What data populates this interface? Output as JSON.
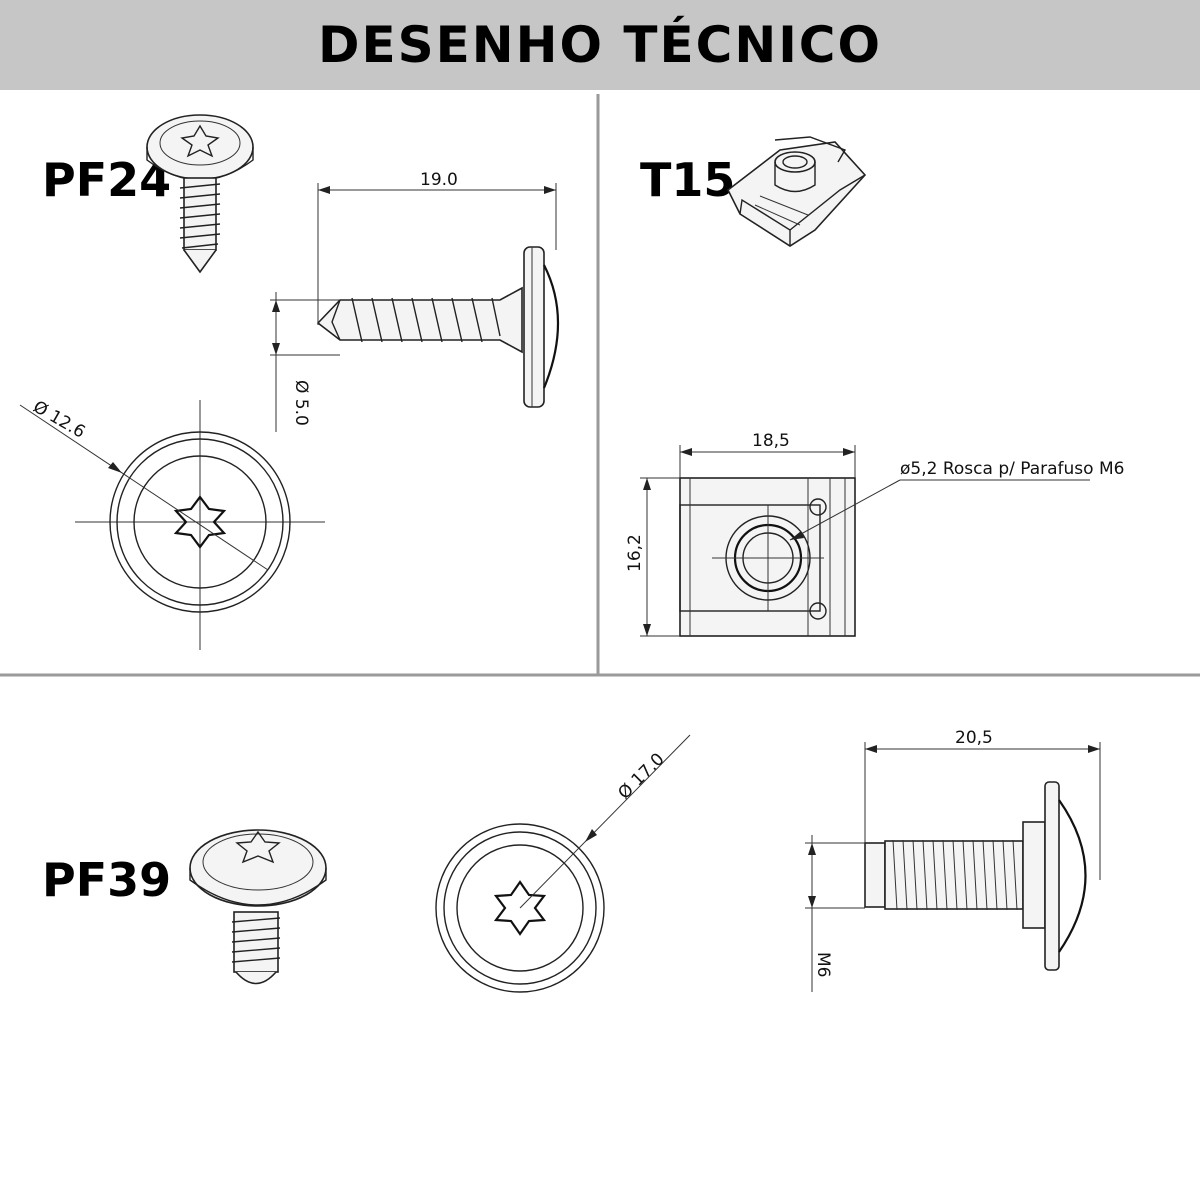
{
  "title": "DESENHO TÉCNICO",
  "parts": {
    "pf24": {
      "label": "PF24",
      "length_dim": "19.0",
      "head_dia_dim": "Ø 12.6",
      "thread_dia_dim": "Ø 5.0"
    },
    "t15": {
      "label": "T15",
      "width_dim": "18,5",
      "height_dim": "16,2",
      "hole_note": "ø5,2 Rosca p/ Parafuso M6"
    },
    "pf39": {
      "label": "PF39",
      "head_dia_dim": "Ø 17.0",
      "length_dim": "20,5",
      "thread_dim": "M6"
    }
  }
}
